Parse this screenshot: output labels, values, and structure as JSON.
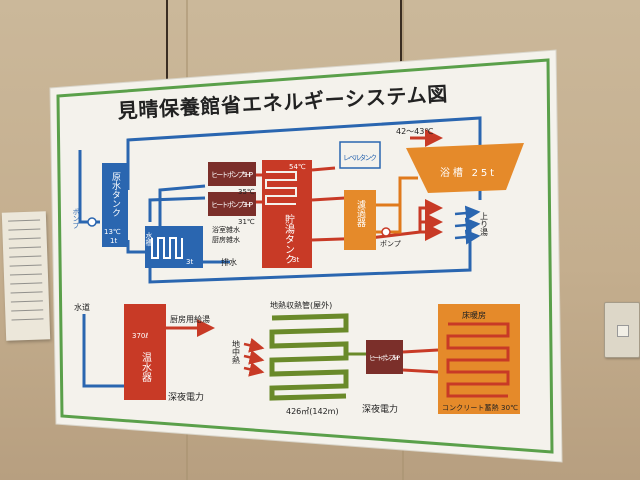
{
  "scene": "energy-system-poster-on-wall",
  "poster": {
    "title": "見晴保養館省エネルギーシステム図",
    "labels": {
      "raw_water_tank": "原水タンク",
      "raw_water_temp": "13℃",
      "raw_water_volume": "1t",
      "pump_left": "ポンプ",
      "water_tank": "水槽",
      "water_tank_volume": "3t",
      "drain": "排水",
      "heat_pump_1": "ヒートポンプ5HP",
      "heat_pump_2": "ヒートポンプ3HP",
      "heat_pump_1_sub": "35℃",
      "heat_pump_2_sub": "31℃",
      "waste_water_1": "浴室雑水",
      "waste_water_2": "厨房雑水",
      "storage_tank": "貯湯タンク",
      "storage_top_temp": "54℃",
      "storage_volume": "3t",
      "level_tank": "レベルタンク",
      "bath_temp_range": "42～43℃",
      "bath_tub": "浴槽 25t",
      "filter": "濾過器",
      "pump_mid": "ポンプ",
      "hot_water_out": "上り湯",
      "city_water": "水道",
      "kitchen_hot_water": "厨房用給湯",
      "water_heater_volume": "370ℓ",
      "water_heater": "温水器",
      "night_power_1": "深夜電力",
      "ground_pipe": "地熱収熱管(屋外)",
      "ground_heat": "地中熱",
      "ground_area": "426㎡(142m)",
      "heat_pump_3": "ヒートポンプ5HP",
      "night_power_2": "深夜電力",
      "floor_heating": "床暖房",
      "concrete_storage": "コンクリート蓄熱 30℃"
    }
  },
  "colors": {
    "board": "#f4f2ec",
    "border": "#5aa04a",
    "cold_pipe": "#2a66b0",
    "hot_pipe": "#c83a26",
    "warm_pipe": "#e07a1c",
    "heat_pump": "#7b2f2a",
    "orange_box": "#e58a2a",
    "ground_pipe": "#6a8a2a"
  }
}
